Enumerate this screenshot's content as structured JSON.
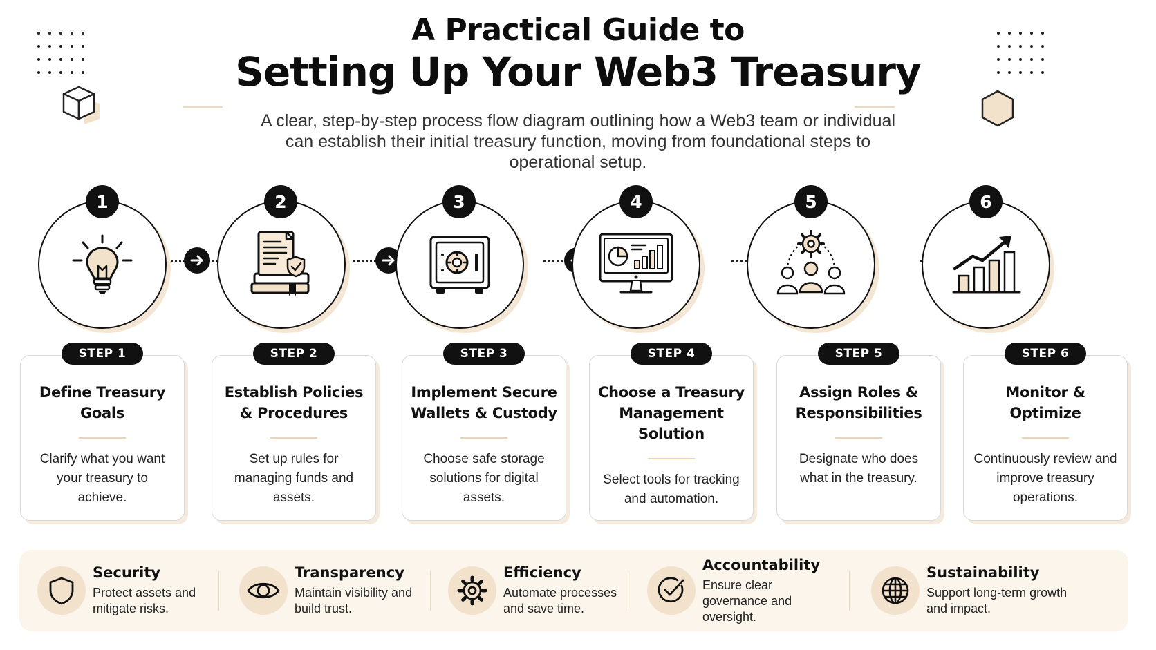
{
  "header": {
    "title_line1": "A Practical Guide to",
    "title_line2": "Setting Up Your Web3 Treasury",
    "subtitle": "A clear, step-by-step process flow diagram outlining how a Web3 team or individual can establish their initial treasury function, moving from foundational steps to operational setup."
  },
  "steps": [
    {
      "number": "1",
      "label": "STEP 1",
      "title": "Define Treasury Goals",
      "description": "Clarify what you want your treasury to achieve.",
      "icon": "lightbulb-icon"
    },
    {
      "number": "2",
      "label": "STEP 2",
      "title": "Establish Policies & Procedures",
      "description": "Set up rules for managing funds and assets.",
      "icon": "policy-document-icon"
    },
    {
      "number": "3",
      "label": "STEP 3",
      "title": "Implement Secure Wallets & Custody",
      "description": "Choose safe storage solutions for digital assets.",
      "icon": "safe-vault-icon"
    },
    {
      "number": "4",
      "label": "STEP 4",
      "title": "Choose a Treasury Management Solution",
      "description": "Select tools for tracking and automation.",
      "icon": "dashboard-monitor-icon"
    },
    {
      "number": "5",
      "label": "STEP 5",
      "title": "Assign Roles & Responsibilities",
      "description": "Designate who does what in the treasury.",
      "icon": "team-roles-icon"
    },
    {
      "number": "6",
      "label": "STEP 6",
      "title": "Monitor & Optimize",
      "description": "Continuously review and improve treasury operations.",
      "icon": "growth-chart-icon"
    }
  ],
  "pillars": [
    {
      "title": "Security",
      "description": "Protect assets and mitigate risks.",
      "icon": "shield-icon"
    },
    {
      "title": "Transparency",
      "description": "Maintain visibility and build trust.",
      "icon": "eye-icon"
    },
    {
      "title": "Efficiency",
      "description": "Automate processes and save time.",
      "icon": "gear-icon"
    },
    {
      "title": "Accountability",
      "description": "Ensure clear governance and oversight.",
      "icon": "checkmark-icon"
    },
    {
      "title": "Sustainability",
      "description": "Support long-term growth and impact.",
      "icon": "globe-icon"
    }
  ],
  "colors": {
    "accent": "#e9cfa9",
    "accent_light": "#f2e2cc",
    "dark": "#111111",
    "footer_bg": "#fbf5ec"
  }
}
